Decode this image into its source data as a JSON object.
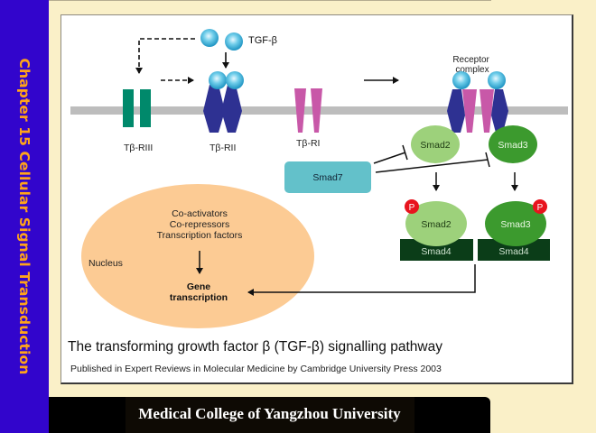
{
  "slide": {
    "side_title": "Chapter 15 Cellular Signal Transduction",
    "footer": "Medical College of Yangzhou University"
  },
  "colors": {
    "side_bar": "#3205CC",
    "side_title": "#FFA31A",
    "background": "#FAF0C8",
    "membrane": "#BDBDBD",
    "tgf_ligand": "#3AAFD4",
    "receptor_RIII": "#00896B",
    "receptor_RII": "#2E3192",
    "receptor_RI": "#C858A8",
    "smad2": "#9DD17B",
    "smad3": "#3C9A2E",
    "smad4": "#0B3D18",
    "smad7": "#63C1CA",
    "phospho": "#E8141E",
    "nucleus": "#FCCB94"
  },
  "figure": {
    "ligand_label": "TGF-β",
    "receptor_complex_label": [
      "Receptor",
      "complex"
    ],
    "receptors": [
      {
        "id": "RIII",
        "label": "Tβ-RIII"
      },
      {
        "id": "RII",
        "label": "Tβ-RII"
      },
      {
        "id": "RI",
        "label": "Tβ-RI"
      }
    ],
    "smads": {
      "smad2": "Smad2",
      "smad3": "Smad3",
      "smad7": "Smad7",
      "smad4": "Smad4",
      "phospho": "P"
    },
    "nucleus": {
      "label": "Nucleus",
      "factors": [
        "Co-activators",
        "Co-repressors",
        "Transcription factors"
      ],
      "outcome": [
        "Gene",
        "transcription"
      ]
    },
    "caption": "The transforming growth factor β (TGF-β) signalling pathway",
    "credit": "Published in Expert Reviews in Molecular Medicine by Cambridge University Press 2003"
  }
}
